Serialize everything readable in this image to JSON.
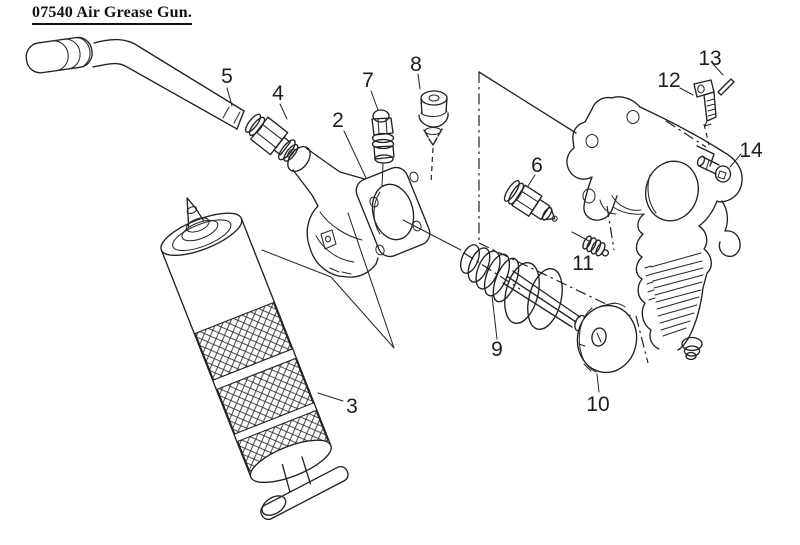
{
  "title": "07540 Air Grease Gun.",
  "part_labels": {
    "p2": "2",
    "p3": "3",
    "p4": "4",
    "p5": "5",
    "p6": "6",
    "p7": "7",
    "p8": "8",
    "p9": "9",
    "p10": "10",
    "p11": "11",
    "p12": "12",
    "p13": "13",
    "p14": "14"
  },
  "colors": {
    "ink": "#222222",
    "paper": "#ffffff"
  }
}
